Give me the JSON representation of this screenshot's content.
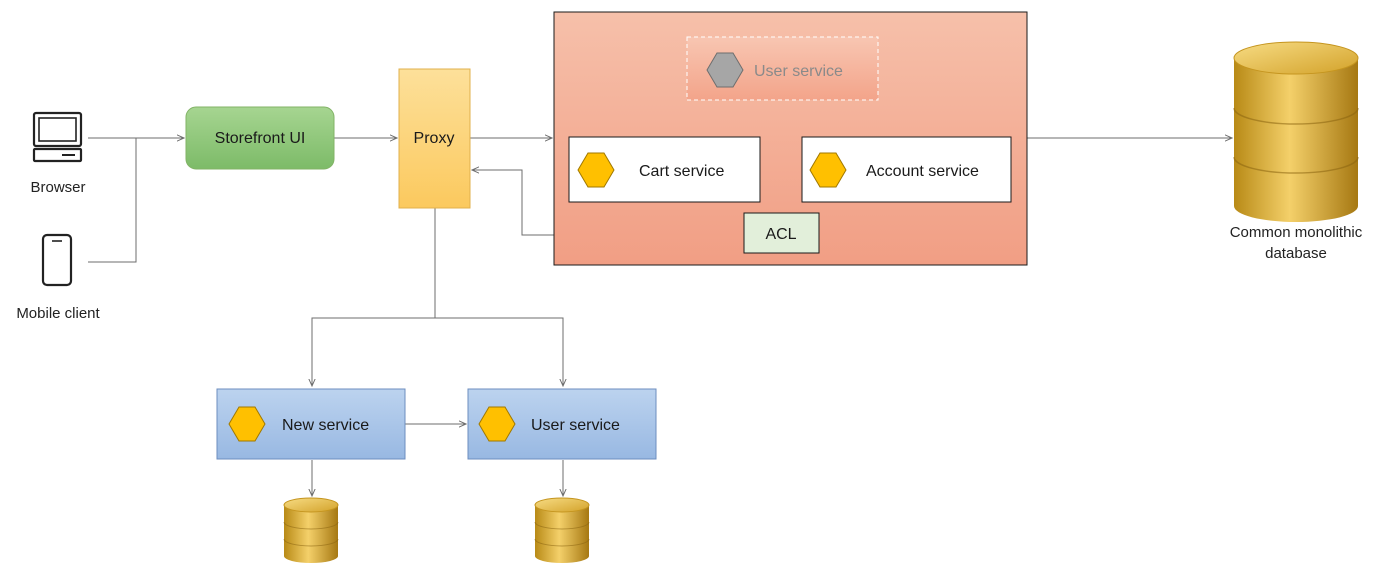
{
  "clients": {
    "browser_label": "Browser",
    "mobile_label": "Mobile client"
  },
  "storefront": {
    "label": "Storefront UI"
  },
  "proxy": {
    "label": "Proxy"
  },
  "monolith": {
    "user_service_ghost": "User service",
    "cart_service": "Cart service",
    "account_service": "Account service",
    "acl": "ACL"
  },
  "microservices": {
    "new_service": "New service",
    "user_service": "User service"
  },
  "database": {
    "label_line1": "Common monolithic",
    "label_line2": "database"
  },
  "colors": {
    "storefront_fill": "#8fc77a",
    "proxy_fill": "#fcd67e",
    "monolith_fill": "#f5a68a",
    "hexagon_fill": "#ffc000",
    "hexagon_ghost": "#a6a6a6",
    "micro_fill": "#a9c4e8",
    "acl_fill": "#e2efda",
    "db_gold": "#d9a92a"
  }
}
